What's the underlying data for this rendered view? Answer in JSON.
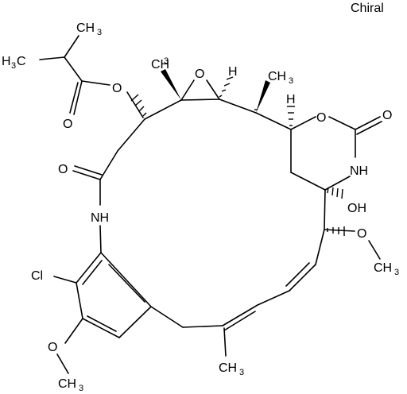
{
  "molecule": {
    "chiral_flag": "Chiral",
    "atom_labels": {
      "ch3_top_1": "CH",
      "ch3_top_1_sub": "3",
      "h3c_left": "H",
      "h3c_left_sub": "3",
      "h3c_left_c": "C",
      "ester_o": "O",
      "ester_carbonyl_o": "O",
      "epoxide_ch3": "CH",
      "epoxide_ch3_sub": "3",
      "epoxide_o": "O",
      "epoxide_h": "H",
      "ch3_right": "CH",
      "ch3_right_sub": "3",
      "oxazinane_h": "H",
      "oxazinane_o": "O",
      "carbamate_o": "O",
      "amide_o": "O",
      "nh_carbamate": "NH",
      "nh_amide": "NH",
      "oh": "OH",
      "methoxy_o_right": "O",
      "ch3_methoxy_right": "CH",
      "ch3_methoxy_right_sub": "3",
      "cl": "Cl",
      "methoxy_o_left": "O",
      "ch3_methoxy_left": "CH",
      "ch3_methoxy_left_sub": "3",
      "ch3_bottom": "CH",
      "ch3_bottom_sub": "3"
    }
  }
}
